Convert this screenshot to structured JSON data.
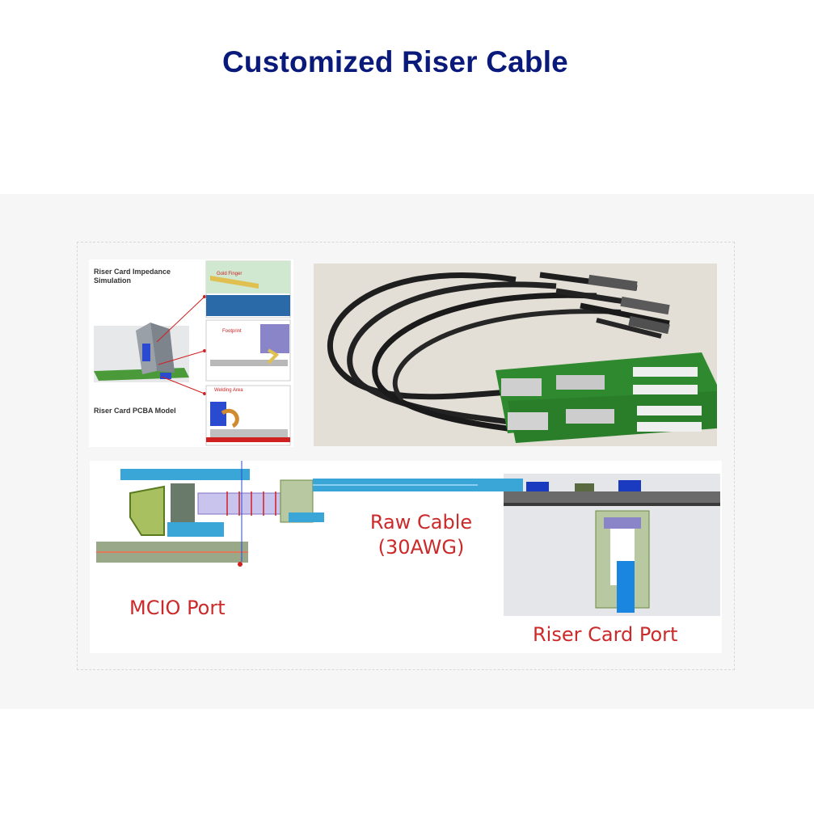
{
  "title": "Customized Riser Cable",
  "simulation": {
    "heading": "Riser Card Impedance Simulation",
    "model_label": "Riser Card PCBA Model",
    "callouts": [
      "Gold Finger",
      "Footprint",
      "Welding Area"
    ]
  },
  "diagram": {
    "mcio_label": "MCIO Port",
    "cable_label_line1": "Raw Cable",
    "cable_label_line2": "(30AWG)",
    "riser_label": "Riser Card Port"
  },
  "colors": {
    "title": "#0a1a7a",
    "label_red": "#cc2a2a",
    "cable_blue": "#3aa6d8",
    "pcb_green": "#2f8a2f"
  }
}
